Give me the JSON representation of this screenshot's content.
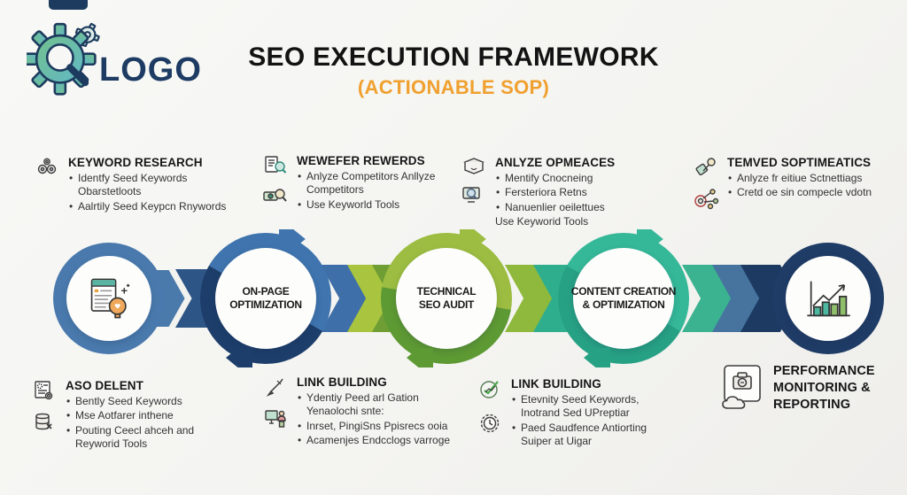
{
  "palette": {
    "navy": "#1d3b5e",
    "steel_blue": "#4a7aad",
    "blue": "#3f74ae",
    "green_light": "#9cbd41",
    "green_dark": "#5e9a33",
    "teal": "#2fae8e",
    "orange": "#f0a02e"
  },
  "header": {
    "logo_text": "LOGO",
    "title": "SEO EXECUTION FRAMEWORK",
    "subtitle": "(ACTIONABLE SOP)"
  },
  "top_blocks": [
    {
      "heading": "KEYWORD RESEARCH",
      "bullets": [
        "Identfy Seed Keywords Obarstetloots",
        "Aalrtily Seed Keypcn Rnywords"
      ]
    },
    {
      "heading": "WEWEFER REWERDS",
      "bullets": [
        "Anlyze Competitors Anllyze Competitors",
        "Use Keyworld Tools"
      ]
    },
    {
      "heading": "ANLYZE OPMEACES",
      "bullets": [
        "Mentify Cnocneing",
        "Fersteriora Retns",
        "Nanuenlier oeilettues"
      ],
      "footer": "Use Keyworid Tools"
    },
    {
      "heading": "TEMVED SOPTIMEATICS",
      "bullets": [
        "Anlyze fr eitiue Sctnettiags",
        "Cretd oe sin compecle vdotn"
      ]
    }
  ],
  "flow_nodes": [
    {
      "name": "research",
      "icon": "document-idea-icon",
      "lines": []
    },
    {
      "name": "on-page-optimization",
      "lines": [
        "ON-PAGE",
        "OPTIMIZATION"
      ]
    },
    {
      "name": "technical-seo-audit",
      "lines": [
        "TECHNICAL",
        "SEO AUDIT"
      ]
    },
    {
      "name": "content-creation",
      "lines": [
        "CONTENT CREATION",
        "& OPTIMIZATION"
      ]
    },
    {
      "name": "results",
      "icon": "growth-chart-icon",
      "lines": []
    }
  ],
  "bottom_blocks": [
    {
      "heading": "ASO DELENT",
      "bullets": [
        "Bently Seed Keywords",
        "Mse Aotfarer inthene",
        "Pouting Ceecl ahceh and Reyworid Tools"
      ]
    },
    {
      "heading": "LINK BUILDING",
      "bullets": [
        "Ydentiy Peed arl Gation Yenaolochi snte:",
        "Inrset, PingiSns Ppisrecs ooia",
        "Acamenjes Endcclogs varroge"
      ]
    },
    {
      "heading": "LINK BUILDING",
      "bullets": [
        "Etevnity Seed Keywords, Inotrand Sed UPreptiar",
        "Paed Saudfence Antiorting Suiper at Uigar"
      ]
    },
    {
      "heading": "PERFORMANCE MONITORING & REPORTING",
      "bullets": []
    }
  ]
}
